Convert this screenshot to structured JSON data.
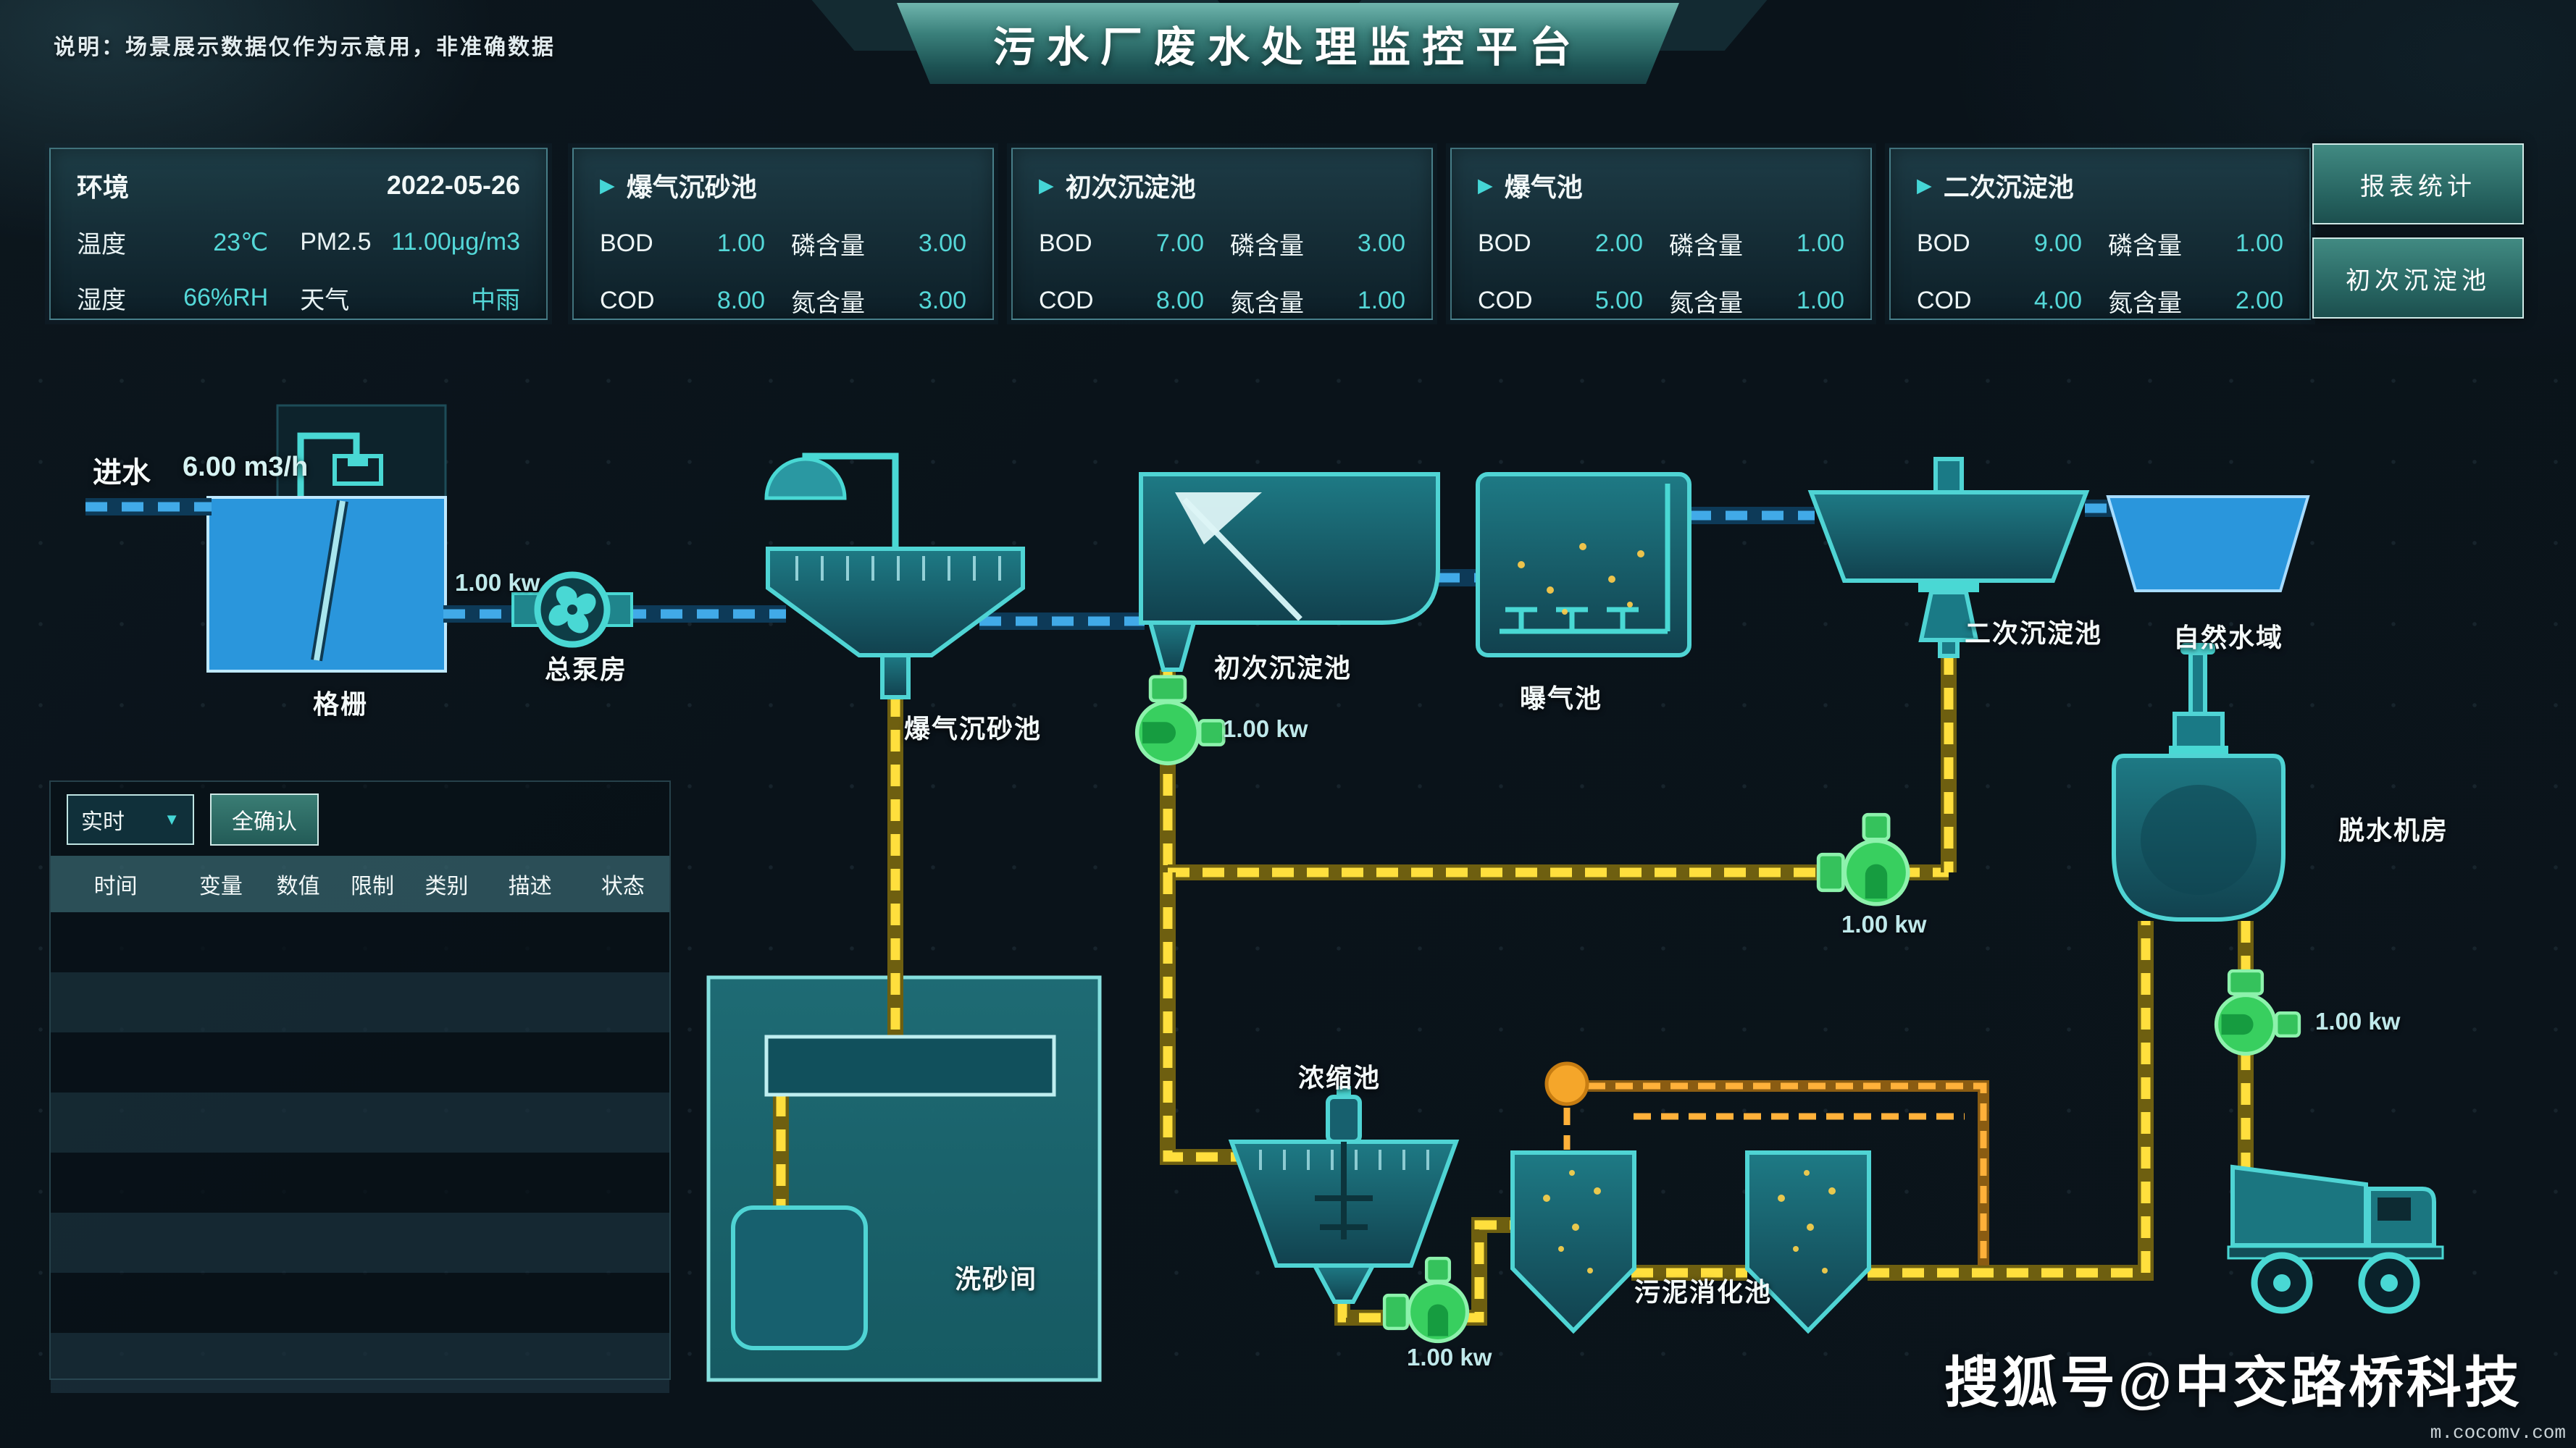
{
  "header": {
    "note": "说明：场景展示数据仅作为示意用，非准确数据",
    "title": "污水厂废水处理监控平台"
  },
  "env_panel": {
    "title": "环境",
    "date": "2022-05-26",
    "temp_label": "温度",
    "temp_value": "23℃",
    "pm_label": "PM2.5",
    "pm_value": "11.00μg/m3",
    "hum_label": "湿度",
    "hum_value": "66%RH",
    "weather_label": "天气",
    "weather_value": "中雨"
  },
  "stat_panels": [
    {
      "title": "爆气沉砂池",
      "rows": [
        {
          "l1": "BOD",
          "v1": "1.00",
          "l2": "磷含量",
          "v2": "3.00"
        },
        {
          "l1": "COD",
          "v1": "8.00",
          "l2": "氮含量",
          "v2": "3.00"
        }
      ]
    },
    {
      "title": "初次沉淀池",
      "rows": [
        {
          "l1": "BOD",
          "v1": "7.00",
          "l2": "磷含量",
          "v2": "3.00"
        },
        {
          "l1": "COD",
          "v1": "8.00",
          "l2": "氮含量",
          "v2": "1.00"
        }
      ]
    },
    {
      "title": "爆气池",
      "rows": [
        {
          "l1": "BOD",
          "v1": "2.00",
          "l2": "磷含量",
          "v2": "1.00"
        },
        {
          "l1": "COD",
          "v1": "5.00",
          "l2": "氮含量",
          "v2": "1.00"
        }
      ]
    },
    {
      "title": "二次沉淀池",
      "rows": [
        {
          "l1": "BOD",
          "v1": "9.00",
          "l2": "磷含量",
          "v2": "1.00"
        },
        {
          "l1": "COD",
          "v1": "4.00",
          "l2": "氮含量",
          "v2": "2.00"
        }
      ]
    }
  ],
  "actions": {
    "report": "报表统计",
    "primary_tank": "初次沉淀池"
  },
  "alarm_panel": {
    "filter_value": "实时",
    "confirm_label": "全确认",
    "columns": [
      "时间",
      "变量",
      "数值",
      "限制",
      "类别",
      "描述",
      "状态"
    ]
  },
  "diagram": {
    "inflow_label": "进水",
    "inflow_value": "6.00 m3/h",
    "pump_kw": "1.00 kw",
    "labels": {
      "grille": "格栅",
      "pump_house": "总泵房",
      "grit_tank": "爆气沉砂池",
      "primary_tank": "初次沉淀池",
      "aeration_tank": "曝气池",
      "secondary_tank": "二次沉淀池",
      "natural_water": "自然水域",
      "sand_room": "洗砂间",
      "thickener": "浓缩池",
      "digester": "污泥消化池",
      "dewater_room": "脱水机房"
    }
  },
  "watermark": {
    "text": "搜狐号@中交路桥科技",
    "url": "m.cocomv.com"
  }
}
